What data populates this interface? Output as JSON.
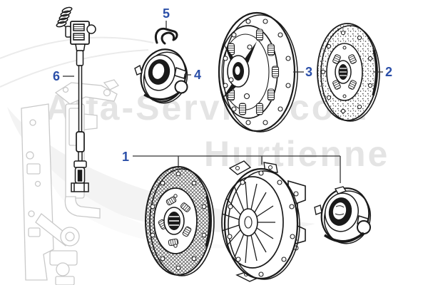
{
  "watermark": {
    "line1": "Alfa-Service.com",
    "line2": "Hurtienne"
  },
  "part_labels": {
    "p1": "1",
    "p2": "2",
    "p3": "3",
    "p4": "4",
    "p5": "5",
    "p6": "6"
  },
  "colors": {
    "label_blue": "#2b4fa8",
    "line_ink": "#1a1a1a",
    "leader_line": "#333333",
    "watermark_text": "#e4e4e4",
    "faded_sketch": "#c9c9c9",
    "swoosh": "#f2f2f2",
    "background": "#ffffff"
  }
}
